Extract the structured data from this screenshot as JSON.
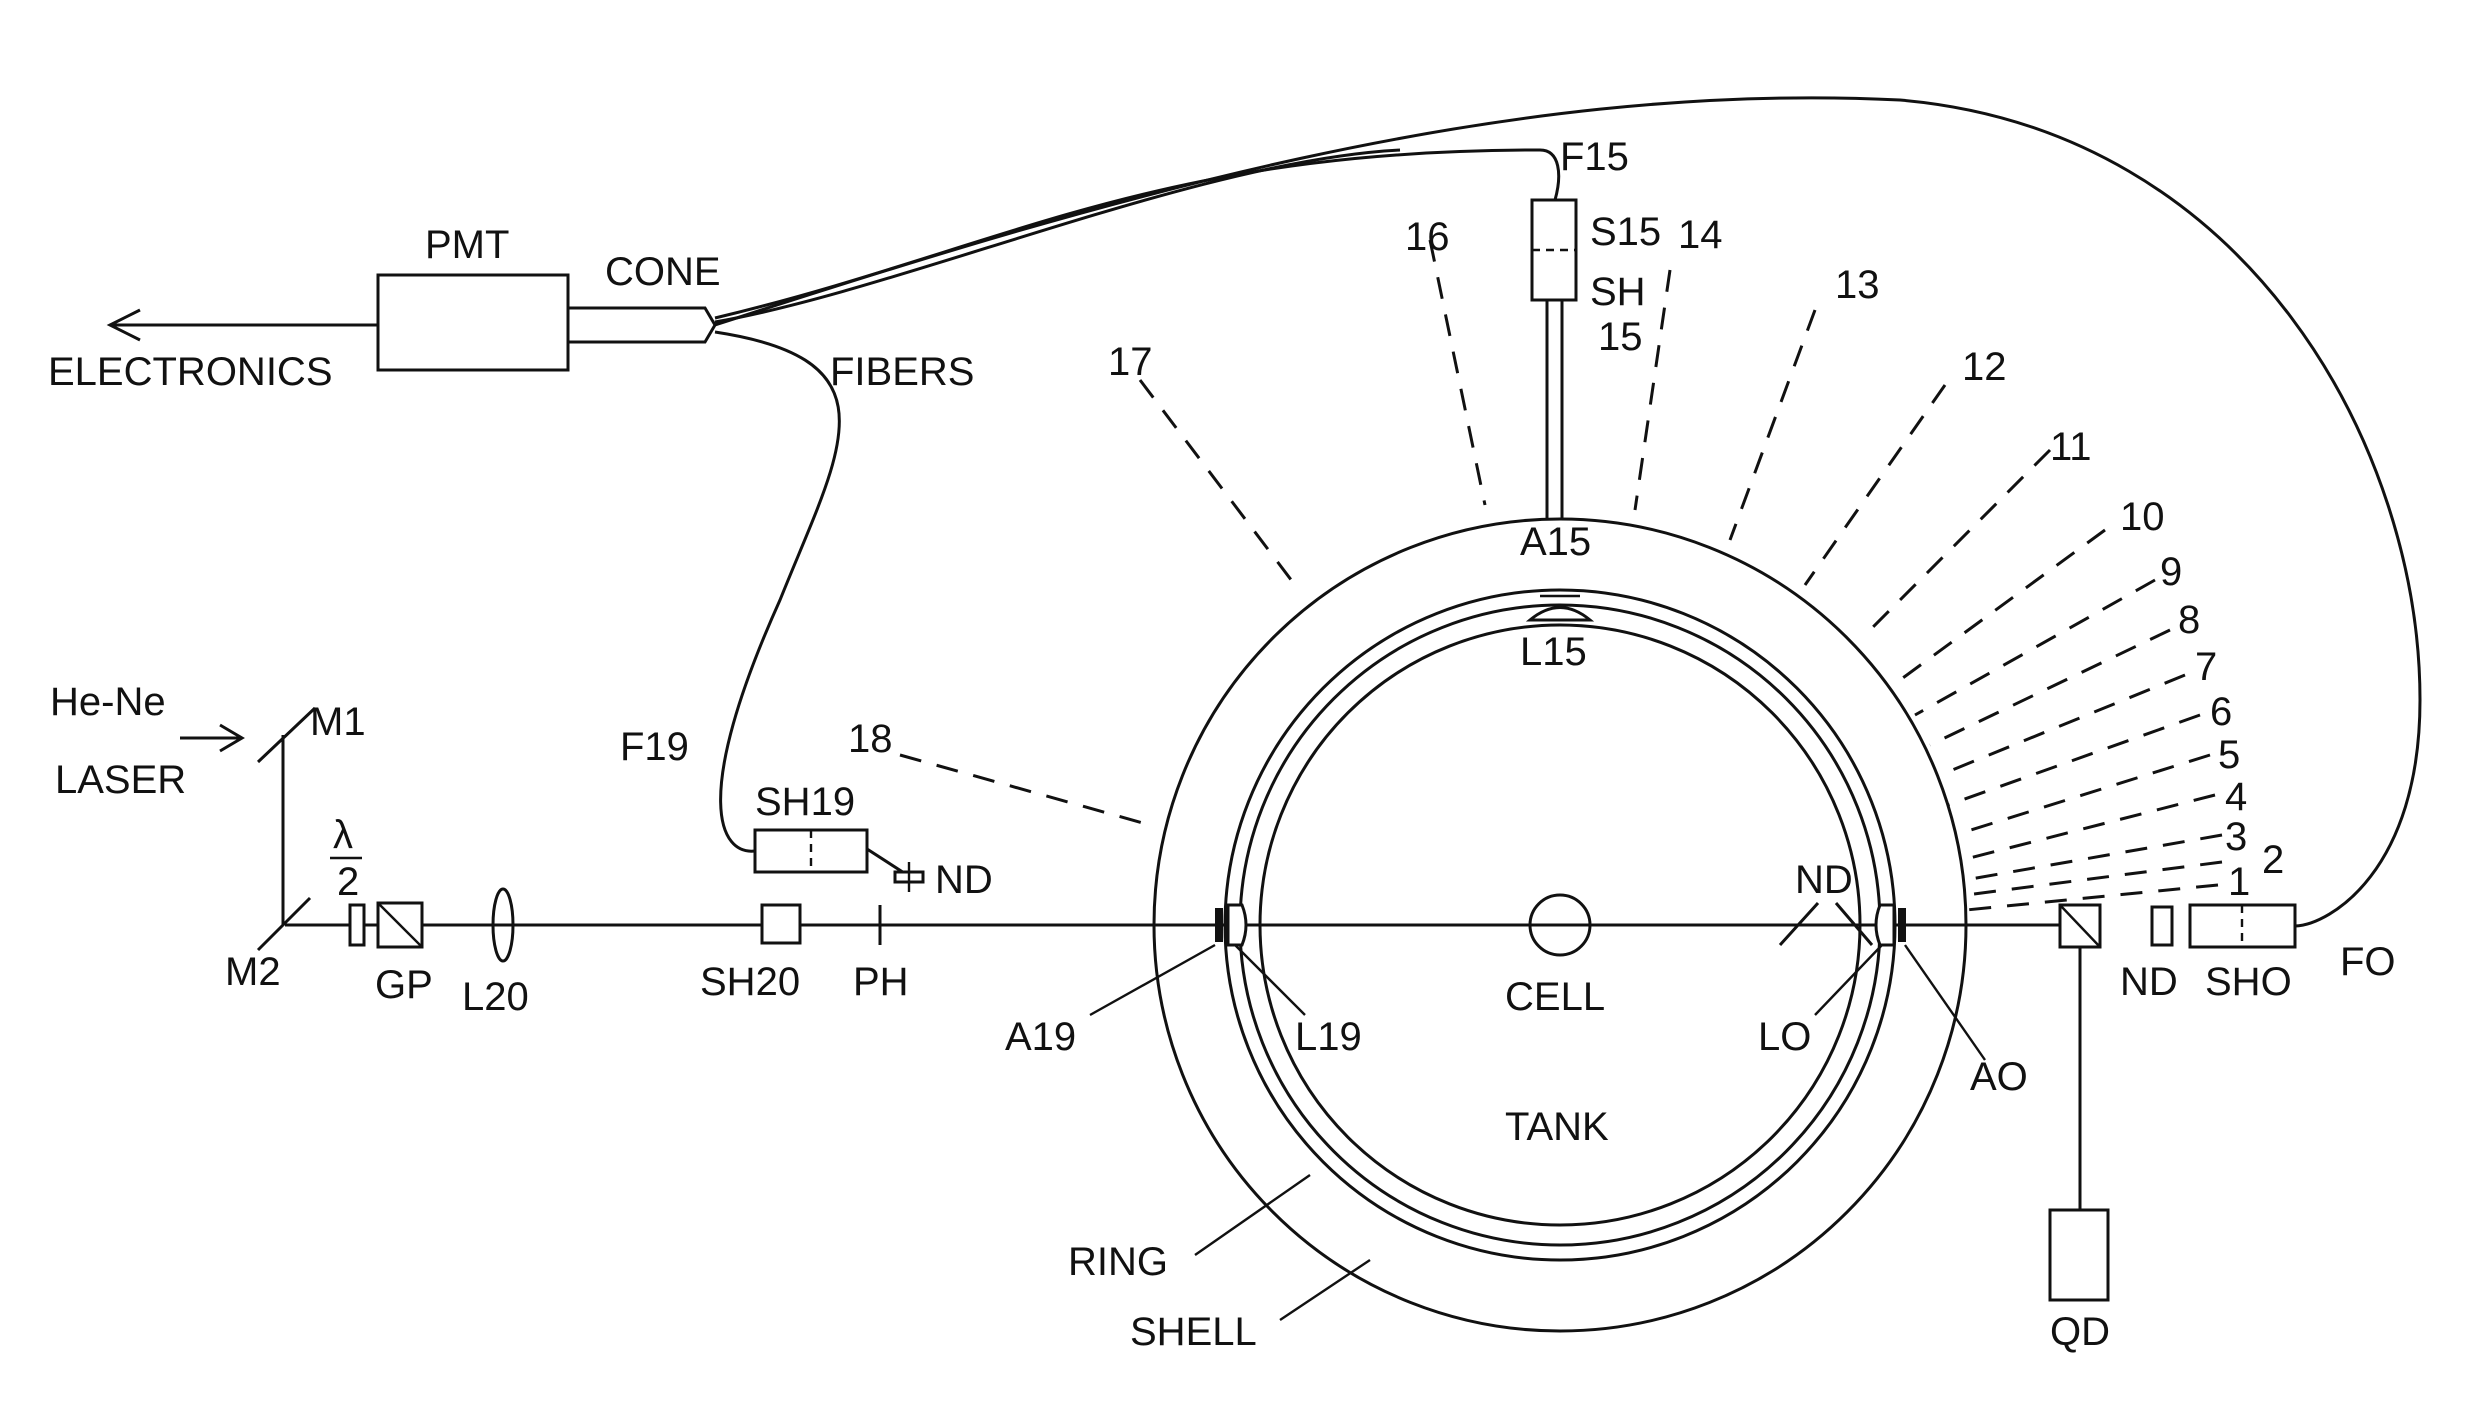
{
  "labels": {
    "pmt": "PMT",
    "cone": "CONE",
    "electronics": "ELECTRONICS",
    "fibers": "FIBERS",
    "f15": "F15",
    "s15": "S15",
    "sh": "SH",
    "n15": "15",
    "a15": "A15",
    "l15": "L15",
    "f19": "F19",
    "sh19": "SH19",
    "nd_left": "ND",
    "nd_right": "ND",
    "nd_bottom": "ND",
    "he_ne": "He-Ne",
    "laser": "LASER",
    "m1": "M1",
    "m2": "M2",
    "lambda": "λ",
    "two": "2",
    "gp": "GP",
    "l20": "L20",
    "sh20": "SH20",
    "ph": "PH",
    "a19": "A19",
    "l19": "L19",
    "cell": "CELL",
    "tank": "TANK",
    "lo": "LO",
    "ao": "AO",
    "sho": "SHO",
    "fo": "FO",
    "qd": "QD",
    "ring": "RING",
    "shell": "SHELL"
  },
  "detectors": [
    "1",
    "2",
    "3",
    "4",
    "5",
    "6",
    "7",
    "8",
    "9",
    "10",
    "11",
    "12",
    "13",
    "14",
    "16",
    "17",
    "18"
  ]
}
